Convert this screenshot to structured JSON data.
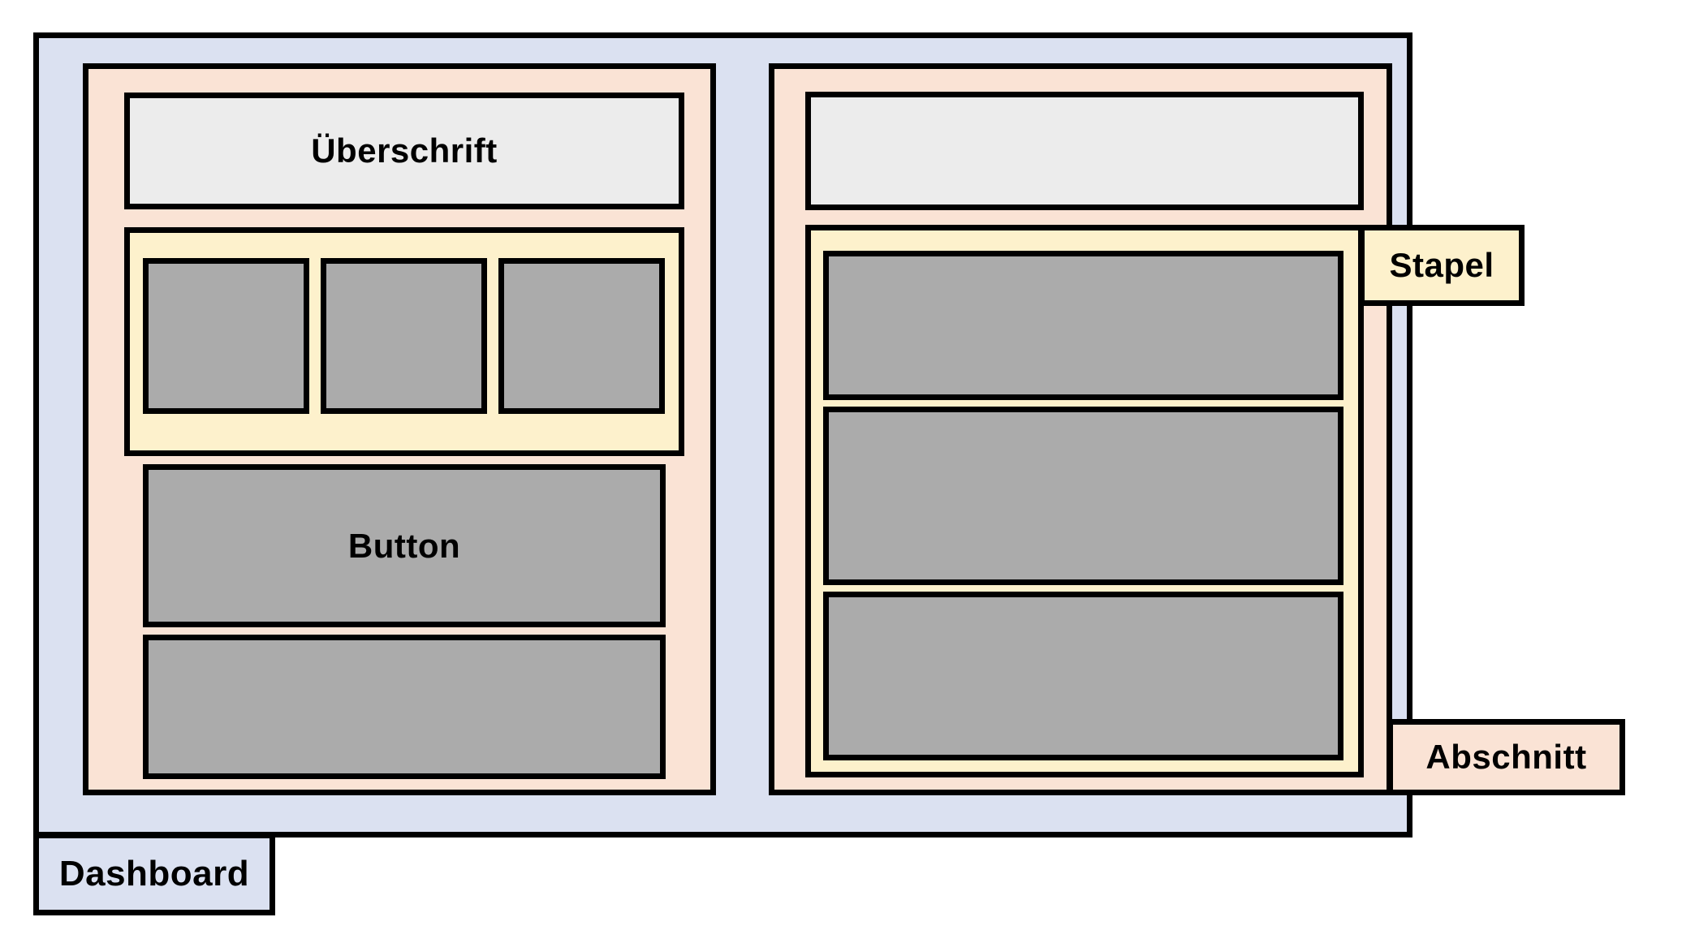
{
  "colors": {
    "container_fill": "#dbe1f1",
    "section_fill": "#fae3d5",
    "heading_fill": "#ececec",
    "stack_fill": "#fdf1cc",
    "box_fill": "#ababab",
    "border": "#000000",
    "text": "#000000"
  },
  "labels": {
    "dashboard": "Dashboard",
    "heading": "Überschrift",
    "button": "Button",
    "stack": "Stapel",
    "section": "Abschnitt"
  },
  "structure": {
    "left_stack_item_count": 3,
    "right_stack_item_count": 3
  }
}
